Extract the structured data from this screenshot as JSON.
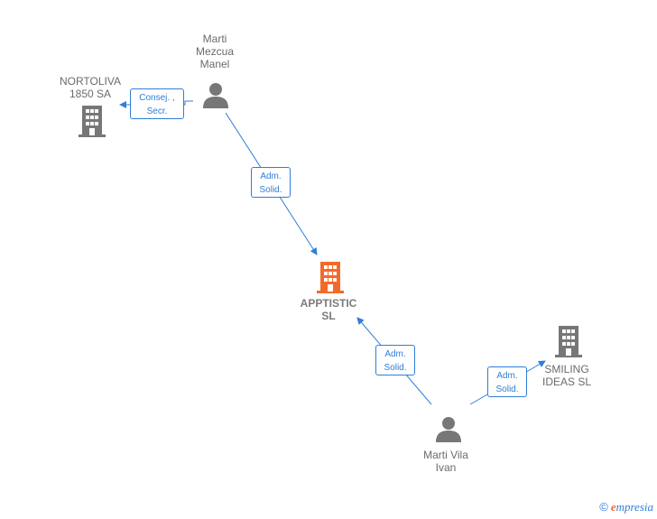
{
  "colors": {
    "edge": "#2f7ed8",
    "building": "#777777",
    "building_focus": "#f26a2a",
    "person": "#777777",
    "label": "#6b6b6b"
  },
  "nodes": {
    "marti_mezcua": {
      "label": "Marti\nMezcua\nManel",
      "icon": "person-icon"
    },
    "nortoliva": {
      "label": "NORTOLIVA\n1850 SA",
      "icon": "building-icon"
    },
    "apptistic": {
      "label": "APPTISTIC\nSL",
      "icon": "building-icon"
    },
    "smiling": {
      "label": "SMILING\nIDEAS SL",
      "icon": "building-icon"
    },
    "marti_vila": {
      "label": "Marti Vila\nIvan",
      "icon": "person-icon"
    }
  },
  "edges": [
    {
      "from": "marti_mezcua",
      "to": "nortoliva",
      "label": "Consej. ,\nSecr."
    },
    {
      "from": "marti_mezcua",
      "to": "apptistic",
      "label": "Adm.\nSolid."
    },
    {
      "from": "marti_vila",
      "to": "apptistic",
      "label": "Adm.\nSolid."
    },
    {
      "from": "marti_vila",
      "to": "smiling",
      "label": "Adm.\nSolid."
    }
  ],
  "brand": {
    "copyright": "©",
    "initial": "e",
    "rest": "mpresia"
  }
}
